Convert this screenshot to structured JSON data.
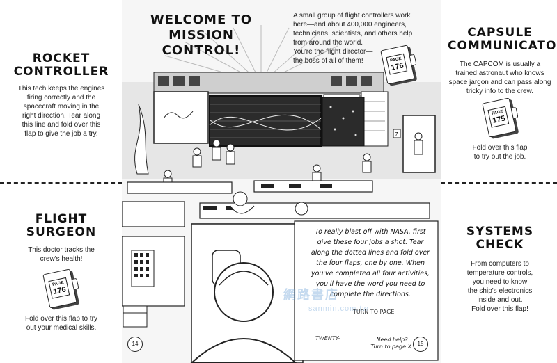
{
  "left": {
    "rocket": {
      "title_line1": "ROCKET",
      "title_line2": "CONTROLLER",
      "lines": [
        "This tech keeps the engines",
        "firing correctly and the",
        "spacecraft moving in the",
        "right direction. Tear along",
        "this line and fold over this",
        "flap to give the job a try."
      ]
    },
    "surgeon": {
      "title_line1": "FLIGHT",
      "title_line2": "SURGEON",
      "lines": [
        "This doctor tracks the",
        "crew's health!"
      ],
      "badge_word": "PAGE",
      "badge_number": "176",
      "fold_lines": [
        "Fold over this flap to try",
        "out your medical skills."
      ]
    }
  },
  "center": {
    "title_line1": "WELCOME TO",
    "title_line2": "MISSION CONTROL!",
    "intro_lines": [
      "A small group of flight controllers work",
      "here—and about 400,000 engineers,",
      "technicians, scientists, and others help",
      "from around the world.",
      "You're the flight director—",
      "the boss of all of them!"
    ],
    "intro_badge_word": "PAGE",
    "intro_badge_number": "176",
    "speech_lines": [
      "To really blast off with NASA, first",
      "give these four jobs a shot. Tear",
      "along the dotted lines and fold over",
      "the four flaps, one by one. When",
      "you've completed all four activities,",
      "you'll have the word you need to",
      "complete the directions."
    ],
    "turn_to_page": "TURN TO PAGE",
    "twenty": "TWENTY-",
    "help_line1": "Need help?",
    "help_line2": "Turn to page X.",
    "page_left": "14",
    "page_right": "15",
    "door_number": "7"
  },
  "right": {
    "capcom": {
      "title_line1": "CAPSULE",
      "title_line2": "COMMUNICATOR",
      "lines": [
        "The CAPCOM is usually a",
        "trained astronaut who knows",
        "space jargon and can pass along",
        "tricky info to the crew."
      ],
      "badge_word": "PAGE",
      "badge_number": "175",
      "fold_lines": [
        "Fold over this flap",
        "to try out the job."
      ]
    },
    "systems": {
      "title_line1": "SYSTEMS",
      "title_line2": "CHECK",
      "lines": [
        "From computers to",
        "temperature controls,",
        "you need to know",
        "the ship's electronics",
        "inside and out.",
        "Fold over this flap!"
      ]
    }
  },
  "watermark": {
    "text": "網路書店",
    "url": "sanmin.com.tw"
  },
  "colors": {
    "ink": "#111111",
    "page_bg": "#f6f6f6",
    "watermark": "#5a96d2"
  }
}
